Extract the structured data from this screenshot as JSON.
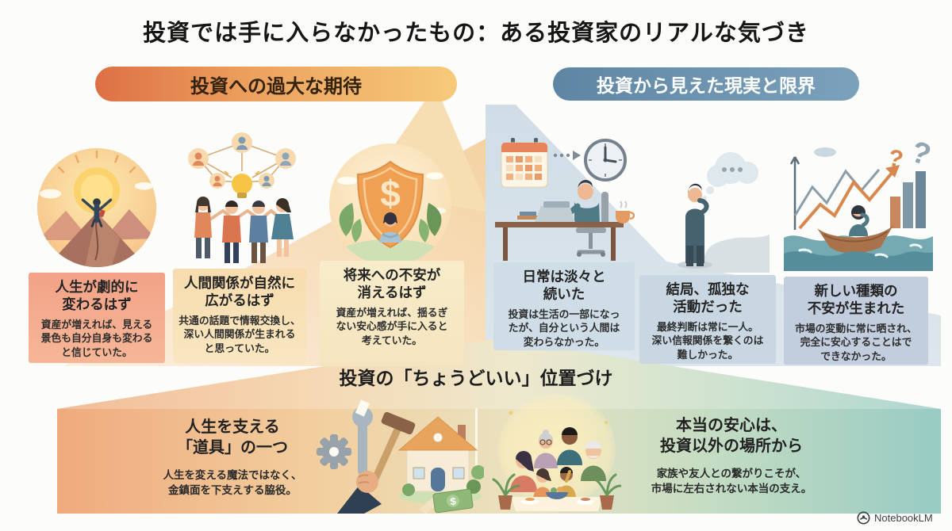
{
  "title": "投資では手に入らなかったもの：ある投資家のリアルな気づき",
  "left_section": {
    "header": "投資への過大な期待",
    "items": [
      {
        "icon": "mountain-summit-illustration",
        "title": "人生が劇的に\n変わるはず",
        "body": "資産が増えれば、見える\n景色も自分自身も変わる\nと信じていた。"
      },
      {
        "icon": "network-people-illustration",
        "title": "人間関係が自然に\n広がるはず",
        "body": "共通の話題で情報交換し、\n深い人間関係が生まれる\nと思っていた。"
      },
      {
        "icon": "shield-dollar-illustration",
        "title": "将来への不安が\n消えるはず",
        "body": "資産が増えれば、揺るぎ\nない安心感が手に入ると\n考えていた。"
      }
    ]
  },
  "right_section": {
    "header": "投資から見えた現実と限界",
    "items": [
      {
        "icon": "desk-routine-illustration",
        "title": "日常は淡々と\n続いた",
        "body": "投資は生活の一部になっ\nたが、自分という人間は\n変わらなかった。"
      },
      {
        "icon": "lonely-path-illustration",
        "title": "結局、孤独な\n活動だった",
        "body": "最終判断は常に一人。\n深い信報関係を繋くのは\n難しかった。"
      },
      {
        "icon": "stormy-boat-illustration",
        "title": "新しい種類の\n不安が生まれた",
        "body": "市場の変動に常に晒され、\n完全に安心することはで\nできなかった。"
      }
    ]
  },
  "bottom_section": {
    "header": "投資の「ちょうどいい」位置づけ",
    "items": [
      {
        "icon": "tools-house-illustration",
        "title": "人生を支える\n「道具」の一つ",
        "body": "人生を変える魔法ではなく、\n金鎮面を下支えする脇役。"
      },
      {
        "icon": "family-dinner-illustration",
        "title": "本当の安心は、\n投資以外の場所から",
        "body": "家族や友人との繋がりこそが、\n市場に左右されない本当の支え。"
      }
    ]
  },
  "decorations": {
    "dollar_sign": "$",
    "question_mark": "?"
  },
  "footer": {
    "brand": "NotebookLM"
  },
  "colors": {
    "left_pill_gradient": [
      "#dd7045",
      "#f6ca7a"
    ],
    "right_pill_gradient": [
      "#5e86a4",
      "#7ba1bb"
    ],
    "left_background_arrow": "#f6dcb4",
    "right_background_slope": "#d6e1e9",
    "card_left_1": "#f2a287",
    "card_left_2": "#f7dcae",
    "card_left_3": "#f8ecca",
    "card_right": "#cbd9e4",
    "house_gradient": [
      "#efaa7d",
      "#e9e2c0",
      "#98cbc3"
    ],
    "title_text": "#161616"
  }
}
